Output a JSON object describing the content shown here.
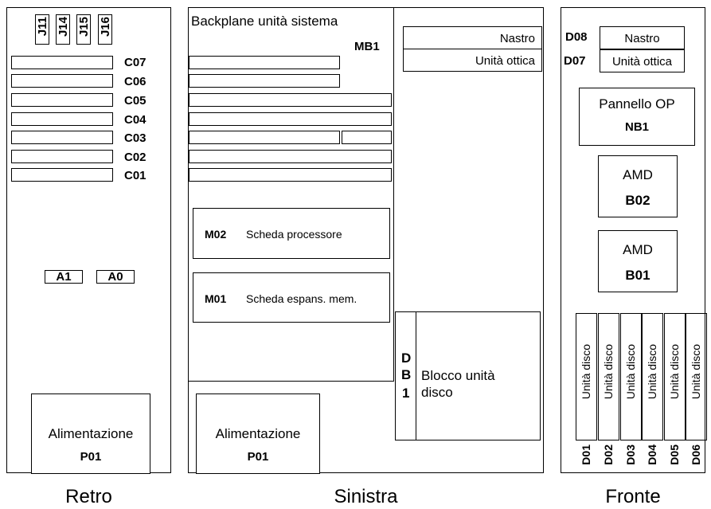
{
  "retro": {
    "jumpers": [
      "J11",
      "J14",
      "J15",
      "J16"
    ],
    "slots": [
      "C07",
      "C06",
      "C05",
      "C04",
      "C03",
      "C02",
      "C01"
    ],
    "batteries": [
      "A1",
      "A0"
    ],
    "power": {
      "title": "Alimentazione",
      "code": "P01"
    },
    "caption": "Retro"
  },
  "sinistra": {
    "backplane_title": "Backplane unità sistema",
    "backplane_code": "MB1",
    "tape": "Nastro",
    "optical": "Unità ottica",
    "processor": {
      "code": "M02",
      "label": "Scheda processore"
    },
    "memory": {
      "code": "M01",
      "label": "Scheda espans. mem."
    },
    "disk_block": {
      "code_letters": [
        "D",
        "B",
        "1"
      ],
      "label": "Blocco unità disco"
    },
    "power": {
      "title": "Alimentazione",
      "code": "P01"
    },
    "caption": "Sinistra"
  },
  "fronte": {
    "tape": {
      "code": "D08",
      "label": "Nastro"
    },
    "optical": {
      "code": "D07",
      "label": "Unità ottica"
    },
    "op_panel": {
      "title": "Pannello OP",
      "code": "NB1"
    },
    "amd_top": {
      "title": "AMD",
      "code": "B02"
    },
    "amd_bottom": {
      "title": "AMD",
      "code": "B01"
    },
    "disks": [
      {
        "label": "Unità disco",
        "code": "D01"
      },
      {
        "label": "Unità disco",
        "code": "D02"
      },
      {
        "label": "Unità disco",
        "code": "D03"
      },
      {
        "label": "Unità disco",
        "code": "D04"
      },
      {
        "label": "Unità disco",
        "code": "D05"
      },
      {
        "label": "Unità disco",
        "code": "D06"
      }
    ],
    "caption": "Fronte"
  }
}
